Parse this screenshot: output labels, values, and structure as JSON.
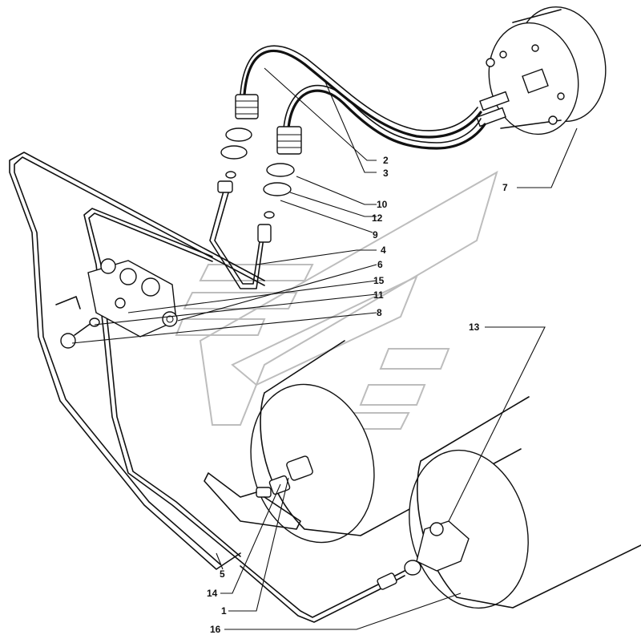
{
  "callouts": [
    {
      "id": "c1",
      "text": "1"
    },
    {
      "id": "c2",
      "text": "2"
    },
    {
      "id": "c3",
      "text": "3"
    },
    {
      "id": "c4",
      "text": "4"
    },
    {
      "id": "c5",
      "text": "5"
    },
    {
      "id": "c6",
      "text": "6"
    },
    {
      "id": "c7",
      "text": "7"
    },
    {
      "id": "c8",
      "text": "8"
    },
    {
      "id": "c9",
      "text": "9"
    },
    {
      "id": "c10",
      "text": "10"
    },
    {
      "id": "c11",
      "text": "11"
    },
    {
      "id": "c12",
      "text": "12"
    },
    {
      "id": "c13",
      "text": "13"
    },
    {
      "id": "c14",
      "text": "14"
    },
    {
      "id": "c15",
      "text": "15"
    },
    {
      "id": "c16",
      "text": "16"
    }
  ],
  "colors": {
    "ink": "#111111",
    "watermark": "#bdbdbd",
    "background": "#ffffff"
  }
}
